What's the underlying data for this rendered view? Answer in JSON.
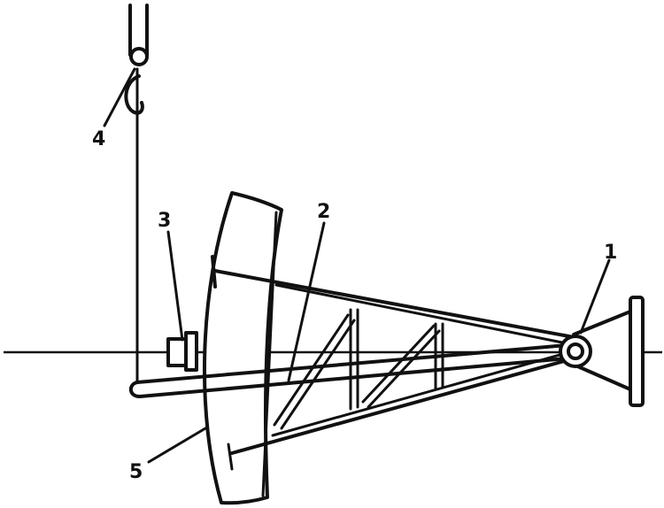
{
  "labels": {
    "part1": "1",
    "part2": "2",
    "part3": "3",
    "part4": "4",
    "part5": "5"
  },
  "colors": {
    "ink": "#111111",
    "background": "#ffffff"
  }
}
